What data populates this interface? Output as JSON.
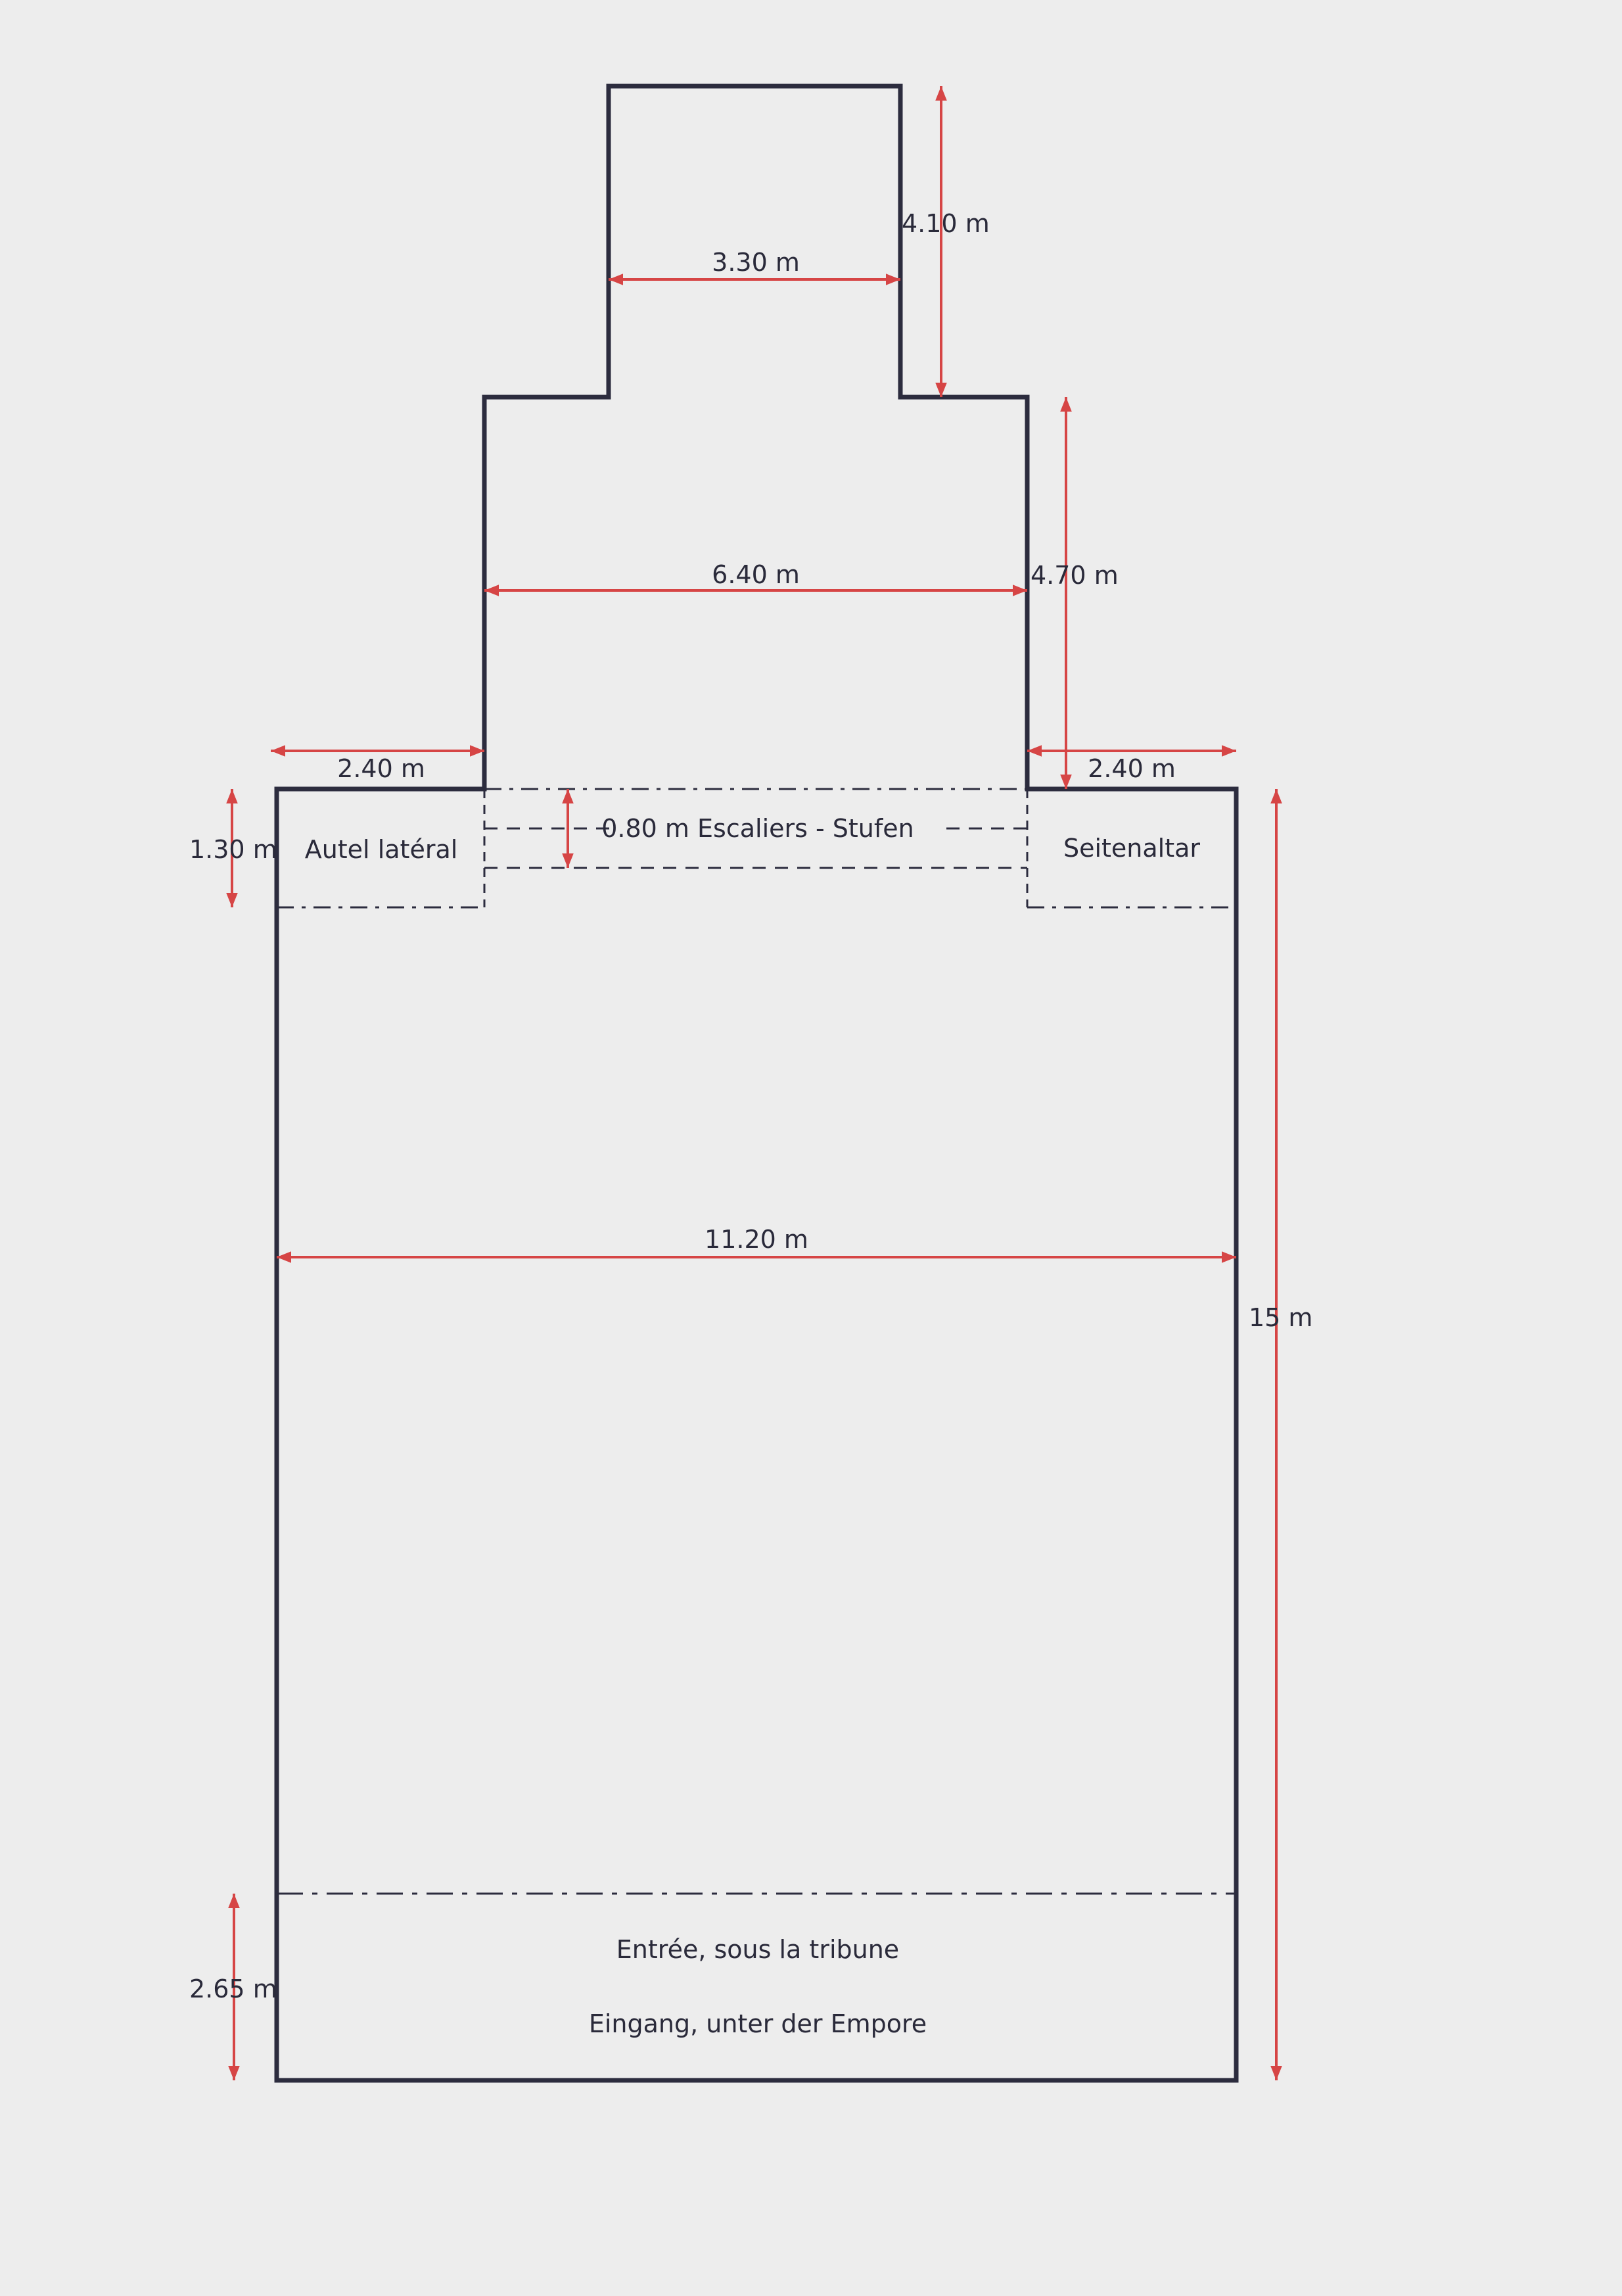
{
  "colors": {
    "paper": "#ededed",
    "wall": "#2c2c3e",
    "dimension": "#d64545",
    "text": "#2a2a3a"
  },
  "dimensions": {
    "apse_width": "3.30 m",
    "apse_depth": "4.10 m",
    "choir_width": "6.40 m",
    "choir_depth": "4.70 m",
    "left_offset": "2.40 m",
    "right_offset": "2.40 m",
    "side_altar_depth": "1.30 m",
    "nave_width": "11.20 m",
    "nave_length": "15 m",
    "entrance_depth": "2.65 m"
  },
  "labels": {
    "steps": "0.80 m  Escaliers - Stufen",
    "side_altar_fr": "Autel latéral",
    "side_altar_de": "Seitenaltar",
    "entrance_fr": "Entrée, sous la tribune",
    "entrance_de": "Eingang, unter der Empore"
  }
}
